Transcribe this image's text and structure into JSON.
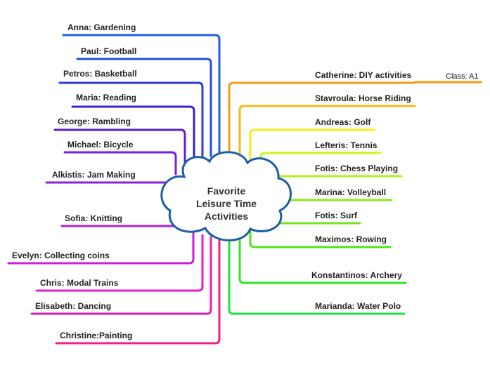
{
  "center": {
    "lines": [
      "Favorite",
      "Leisure Time",
      "Activities"
    ]
  },
  "note": "Class: A1",
  "colors": {
    "cloud_border": "#1b5ea8",
    "text": "#222222"
  },
  "left_branches": [
    {
      "label": "Anna: Gardening",
      "color": "#1f5ee6"
    },
    {
      "label": "Paul: Football",
      "color": "#1f4de6"
    },
    {
      "label": "Petros: Basketball",
      "color": "#2a3ad8"
    },
    {
      "label": "Maria: Reading",
      "color": "#3a22d8"
    },
    {
      "label": "George: Rambling",
      "color": "#5a1fd8"
    },
    {
      "label": "Michael: Bicycle",
      "color": "#7a1fd8"
    },
    {
      "label": "Alkistis: Jam Making",
      "color": "#8a1fd8"
    },
    {
      "label": "Sofia: Knitting",
      "color": "#b01fd8"
    },
    {
      "label": "Evelyn: Collecting coins",
      "color": "#cc1fd8"
    },
    {
      "label": "Chris: Modal Trains",
      "color": "#e01fcc"
    },
    {
      "label": "Elisabeth: Dancing",
      "color": "#e81fb0"
    },
    {
      "label": "Christine:Painting",
      "color": "#f01f90"
    }
  ],
  "right_branches": [
    {
      "label": "Catherine: DIY activities",
      "color": "#f49b16"
    },
    {
      "label": "Stavroula: Horse Riding",
      "color": "#f5b81a"
    },
    {
      "label": "Andreas: Golf",
      "color": "#f2ef1a"
    },
    {
      "label": "Lefteris: Tennis",
      "color": "#d6f21a"
    },
    {
      "label": "Fotis: Chess Playing",
      "color": "#b2ef1a"
    },
    {
      "label": "Marina: Volleyball",
      "color": "#8ee81a"
    },
    {
      "label": "Fotis: Surf",
      "color": "#72e61a"
    },
    {
      "label": "Maximos: Rowing",
      "color": "#4ee61a"
    },
    {
      "label": "Konstantinos: Archery",
      "color": "#2ee625"
    },
    {
      "label": "Marianda: Water Polo",
      "color": "#1de63a"
    }
  ]
}
